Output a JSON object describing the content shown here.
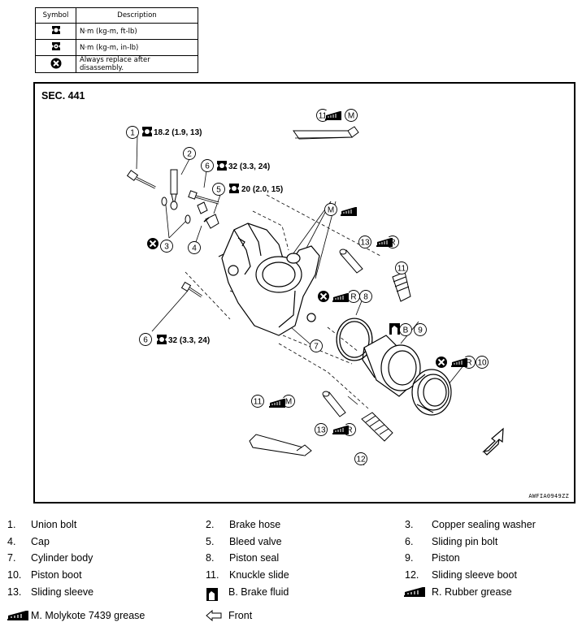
{
  "symbol_table": {
    "headers": [
      "Symbol",
      "Description"
    ],
    "rows": [
      {
        "icon": "torque-ft-lb-icon",
        "description": "N·m (kg-m, ft-lb)"
      },
      {
        "icon": "torque-in-lb-icon",
        "description": "N·m (kg-m, in-lb)"
      },
      {
        "icon": "always-replace-icon",
        "description": "Always replace after disassembly."
      }
    ]
  },
  "diagram": {
    "section": "SEC. 441",
    "code": "AWFIA0949ZZ",
    "callouts": {
      "c1": "1",
      "c2": "2",
      "c3": "3",
      "c4": "4",
      "c5": "5",
      "c6a": "6",
      "c6b": "6",
      "c7": "7",
      "c8": "8",
      "c9": "9",
      "c10": "10",
      "c11a": "11",
      "c11b": "11",
      "c11c": "11",
      "c12": "12",
      "c13a": "13",
      "c13b": "13"
    },
    "torques": {
      "union_bolt": "18.2 (1.9, 13)",
      "sliding_pin_bolt_top": "32 (3.3, 24)",
      "bleed_valve": "20 (2.0, 15)",
      "sliding_pin_bolt_bottom": "32 (3.3, 24)"
    },
    "grease_letters": {
      "m": "M",
      "r": "R",
      "b": "B"
    }
  },
  "legend": {
    "parts": [
      {
        "num": "1.",
        "name": "Union bolt"
      },
      {
        "num": "2.",
        "name": "Brake hose"
      },
      {
        "num": "3.",
        "name": "Copper sealing washer"
      },
      {
        "num": "4.",
        "name": "Cap"
      },
      {
        "num": "5.",
        "name": "Bleed valve"
      },
      {
        "num": "6.",
        "name": "Sliding pin bolt"
      },
      {
        "num": "7.",
        "name": "Cylinder body"
      },
      {
        "num": "8.",
        "name": "Piston seal"
      },
      {
        "num": "9.",
        "name": "Piston"
      },
      {
        "num": "10.",
        "name": "Piston boot"
      },
      {
        "num": "11.",
        "name": "Knuckle slide"
      },
      {
        "num": "12.",
        "name": "Sliding sleeve boot"
      },
      {
        "num": "13.",
        "name": "Sliding sleeve"
      }
    ],
    "brake_fluid": "B. Brake fluid",
    "rubber_grease": "R. Rubber grease",
    "molykote": "M. Molykote 7439 grease",
    "front": "Front"
  }
}
